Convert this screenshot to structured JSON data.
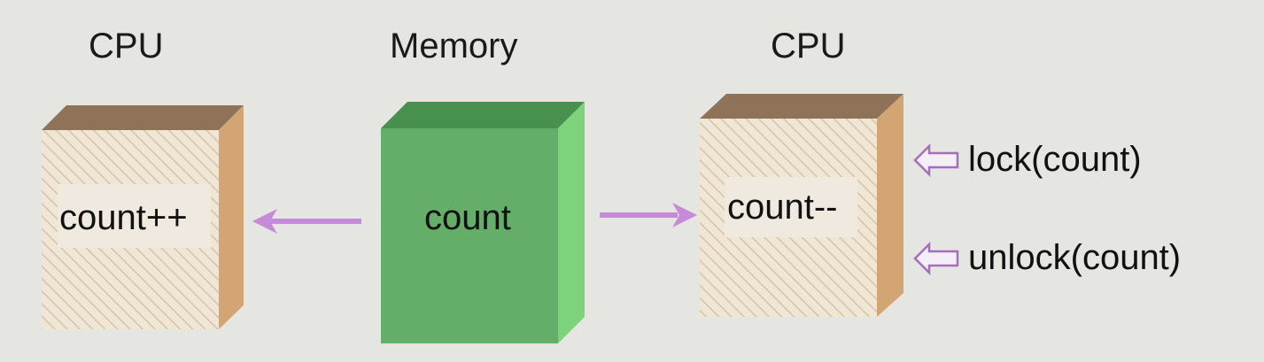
{
  "diagram": {
    "cpu_left": {
      "title": "CPU",
      "label": "count++"
    },
    "memory": {
      "title": "Memory",
      "label": "count"
    },
    "cpu_right": {
      "title": "CPU",
      "label": "count--"
    },
    "annotations": {
      "lock": "lock(count)",
      "unlock": "unlock(count)"
    },
    "colors": {
      "background": "#e5e5e1",
      "cpu_top": "#8e7358",
      "cpu_side": "#d4a574",
      "cpu_front": "#efe6d6",
      "cpu_hatch": "#d8c3a4",
      "memory_front": "#64ae69",
      "memory_top": "#47904e",
      "memory_side": "#7fd27c",
      "arrow": "#c58ad8",
      "hollow_arrow": "#a36fba"
    }
  }
}
